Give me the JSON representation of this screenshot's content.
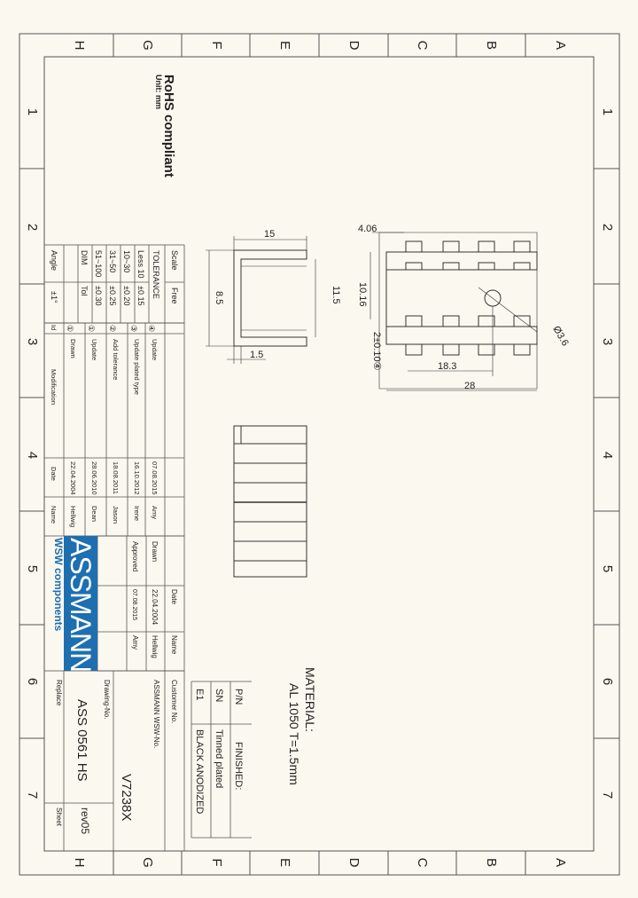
{
  "border": {
    "letters": [
      "H",
      "G",
      "F",
      "E",
      "D",
      "C",
      "B",
      "A"
    ],
    "numbers": [
      "1",
      "2",
      "3",
      "4",
      "5",
      "6",
      "7"
    ]
  },
  "header": {
    "rohs": "RoHS compliant",
    "unit": "Unit: mm"
  },
  "tolerance_table": {
    "scale_label": "Scale",
    "scale_value": "Free",
    "tolerance_label": "TOLERANCE",
    "rows": [
      {
        "range": "Less 10",
        "value": "±0.15"
      },
      {
        "range": "10~30",
        "value": "±0.20"
      },
      {
        "range": "31~50",
        "value": "±0.25"
      },
      {
        "range": "51~100",
        "value": "±0.30"
      },
      {
        "range": "DIM",
        "value": "Tol"
      },
      {
        "range": "Angle",
        "value": "±1°"
      }
    ]
  },
  "revisions": {
    "rows": [
      {
        "id": "④",
        "text": "Update",
        "date": "07.08.2015",
        "name": "Amy"
      },
      {
        "id": "③",
        "text": "Update plated type",
        "date": "16.10.2012",
        "name": "Irene"
      },
      {
        "id": "②",
        "text": "Add tolerance",
        "date": "18.08.2011",
        "name": "Jason"
      },
      {
        "id": "①",
        "text": "Update",
        "date": "28.06.2010",
        "name": "Dean"
      },
      {
        "id": "①",
        "text": "Drawn",
        "date": "22.04.2004",
        "name": "Hellwig"
      }
    ],
    "footer_id": "Id",
    "footer_text": "Modification",
    "footer_date": "Date",
    "footer_name": "Name"
  },
  "approval": {
    "date_label": "Date",
    "name_label": "Name",
    "drawn_label": "Drawn",
    "drawn_date": "22.04.2004",
    "drawn_name": "Hellwig",
    "approved_label": "Approved",
    "approved_date": "07.08.2015",
    "approved_name": "Amy"
  },
  "logo": {
    "brand": "ASSMANN",
    "sub": "WSW components",
    "color": "#1d6fb0"
  },
  "title_block": {
    "customer_label": "Customer No.",
    "assmann_label": "ASSMANN WSW-No.",
    "assmann_value": "V7238X",
    "drawing_label": "Drawing-No.",
    "drawing_value": "ASS 0561 HS",
    "rev_value": "rev05",
    "replace_label": "Replace",
    "sheet_label": "Sheet"
  },
  "material": {
    "title": "MATERIAL:",
    "value": "AL 1050 T=1.5mm"
  },
  "finish_table": {
    "pn_label": "P/N",
    "finished_label": "FINISHED:",
    "rows": [
      {
        "code": "SN",
        "finish": "Tinned plated"
      },
      {
        "code": "E1",
        "finish": "BLACK ANODIZED"
      }
    ]
  },
  "dimensions": {
    "top_width": "15",
    "height_left": "8.5",
    "inner": "11.5",
    "thickness": "1.5",
    "fin_a": "4.06",
    "fin_b": "10.16",
    "slot": "2±0.10④",
    "hole": "Ø3.6",
    "len_a": "18.3",
    "len_b": "28"
  }
}
